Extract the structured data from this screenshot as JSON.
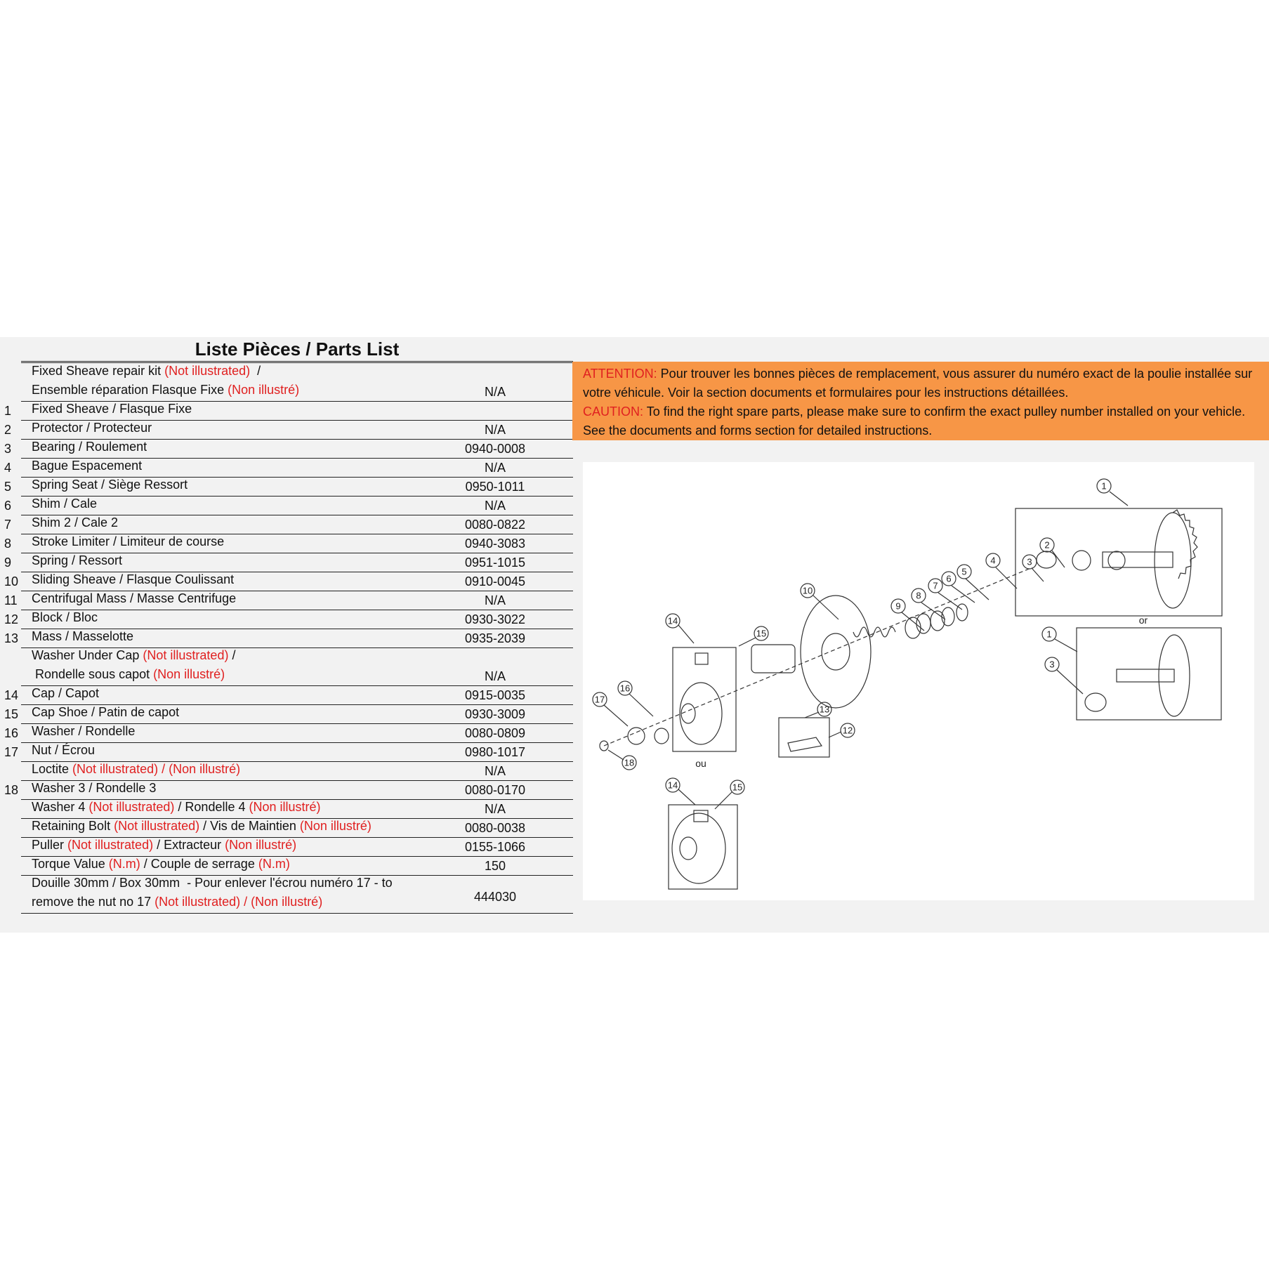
{
  "title": "Liste Pièces / Parts List",
  "not_ill_en": "(Not illustrated)",
  "not_ill_fr": "(Non illustré)",
  "rows": [
    {
      "num": "",
      "desc_a": "Fixed Sheave repair kit ",
      "red_a": "(Not illustrated)",
      "desc_b": "  /",
      "line2_a": "Ensemble réparation Flasque Fixe ",
      "line2_red": "(Non illustré)",
      "pn": "N/A"
    },
    {
      "num": "1",
      "desc": "Fixed Sheave / Flasque Fixe",
      "pn": ""
    },
    {
      "num": "2",
      "desc": "Protector / Protecteur",
      "pn": "N/A"
    },
    {
      "num": "3",
      "desc": "Bearing / Roulement",
      "pn": "0940-0008"
    },
    {
      "num": "4",
      "desc": "Bague Espacement",
      "pn": "N/A"
    },
    {
      "num": "5",
      "desc": "Spring Seat / Siège Ressort",
      "pn": "0950-1011"
    },
    {
      "num": "6",
      "desc": "Shim / Cale",
      "pn": "N/A"
    },
    {
      "num": "7",
      "desc": "Shim 2 / Cale 2",
      "pn": "0080-0822"
    },
    {
      "num": "8",
      "desc": "Stroke Limiter / Limiteur de course",
      "pn": "0940-3083"
    },
    {
      "num": "9",
      "desc": "Spring / Ressort",
      "pn": "0951-1015"
    },
    {
      "num": "10",
      "desc": "Sliding Sheave / Flasque Coulissant",
      "pn": "0910-0045"
    },
    {
      "num": "11",
      "desc": "Centrifugal Mass / Masse Centrifuge",
      "pn": "N/A"
    },
    {
      "num": "12",
      "desc": "Block / Bloc",
      "pn": "0930-3022"
    },
    {
      "num": "13",
      "desc": "Mass / Masselotte",
      "pn": "0935-2039"
    },
    {
      "num": "",
      "desc_a": "Washer Under Cap ",
      "red_a": "(Not illustrated)",
      "desc_b": " /",
      "line2_a": " Rondelle sous capot ",
      "line2_red": "(Non illustré)",
      "pn": "N/A"
    },
    {
      "num": "14",
      "desc": "Cap / Capot",
      "pn": "0915-0035"
    },
    {
      "num": "15",
      "desc": "Cap Shoe / Patin de capot",
      "pn": "0930-3009"
    },
    {
      "num": "16",
      "desc": "Washer / Rondelle",
      "pn": "0080-0809"
    },
    {
      "num": "17",
      "desc": "Nut / Écrou",
      "pn": "0980-1017"
    },
    {
      "num": "",
      "desc_a": "Loctite ",
      "red_a": "(Not illustrated) / (Non illustré)",
      "pn": "N/A"
    },
    {
      "num": "18",
      "desc": "Washer 3 / Rondelle 3",
      "pn": "0080-0170"
    },
    {
      "num": "",
      "desc_a": "Washer 4 ",
      "red_a": "(Not illustrated)",
      "desc_b": " / Rondelle 4 ",
      "red_b": "(Non illustré)",
      "pn": "N/A"
    },
    {
      "num": "",
      "desc_a": "Retaining Bolt ",
      "red_a": "(Not illustrated)",
      "desc_b": " / Vis de Maintien ",
      "red_b": "(Non illustré)",
      "pn": "0080-0038"
    },
    {
      "num": "",
      "desc_a": "Puller ",
      "red_a": "(Not illustrated)",
      "desc_b": " / Extracteur ",
      "red_b": "(Non illustré)",
      "pn": "0155-1066"
    },
    {
      "num": "",
      "desc_a": "Torque Value ",
      "red_a": "(N.m)",
      "desc_b": " / Couple de serrage ",
      "red_b": "(N.m)",
      "pn": "150"
    },
    {
      "num": "",
      "desc_a": "Douille 30mm / Box 30mm  - Pour enlever l'écrou numéro 17 - to",
      "line2_a": "remove the nut no 17 ",
      "line2_red": "(Not illustrated) / (Non illustré)",
      "pn": "444030"
    }
  ],
  "notice": {
    "attention_label": "ATTENTION:",
    "attention_text": " Pour trouver les bonnes pièces de remplacement, vous assurer du numéro exact de la poulie installée sur votre véhicule.  Voir la section documents et formulaires pour les instructions détaillées.",
    "caution_label": "CAUTION:",
    "caution_text": "  To find the right spare parts, please make sure to confirm the exact pulley number installed on your vehicle.  See the documents and forms section for detailed instructions."
  },
  "diagram": {
    "or_label": "or",
    "ou_label": "ou",
    "callouts": [
      "1",
      "2",
      "3",
      "4",
      "5",
      "6",
      "7",
      "8",
      "9",
      "10",
      "12",
      "13",
      "14",
      "15",
      "16",
      "17",
      "18",
      "1",
      "3",
      "14",
      "15"
    ]
  },
  "colors": {
    "accent_red": "#e02020",
    "notice_bg": "#f79646",
    "band_bg": "#f2f2f2"
  }
}
